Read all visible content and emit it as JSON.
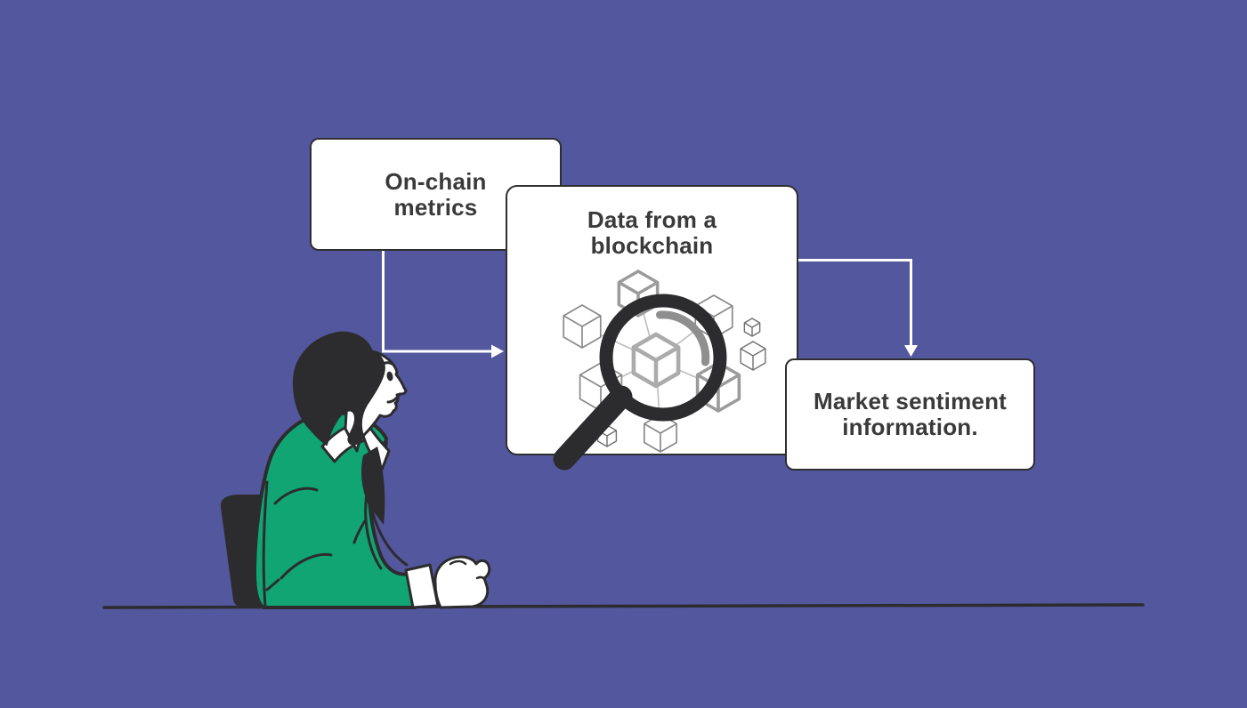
{
  "colors": {
    "background": "#53579E",
    "card_fill": "#FFFFFF",
    "card_border": "#2F2F31",
    "text": "#3A3A3A",
    "arrow": "#FFFFFF",
    "ink_outline": "#2C2C2E",
    "jacket_green": "#10A573",
    "cube_gray": "#9B9B9B",
    "cube_thin_gray": "#8A8A8A",
    "cube_small_gray": "#707070",
    "lens_highlight_gray": "#8F8F8F"
  },
  "flow": {
    "nodes": [
      {
        "id": "on-chain-metrics",
        "label_lines": [
          "On-chain",
          "metrics"
        ]
      },
      {
        "id": "data-from-a-blockchain",
        "label_lines": [
          "Data from a",
          "blockchain"
        ]
      },
      {
        "id": "market-sentiment-information",
        "label_lines": [
          "Market sentiment",
          "information."
        ]
      }
    ],
    "edges": [
      {
        "from": "on-chain-metrics",
        "to": "data-from-a-blockchain"
      },
      {
        "from": "data-from-a-blockchain",
        "to": "market-sentiment-information"
      }
    ]
  },
  "illustration": {
    "icons": [
      {
        "name": "magnifier-icon"
      },
      {
        "name": "blockchain-cubes-icon"
      },
      {
        "name": "person-at-desk-illustration"
      }
    ]
  }
}
